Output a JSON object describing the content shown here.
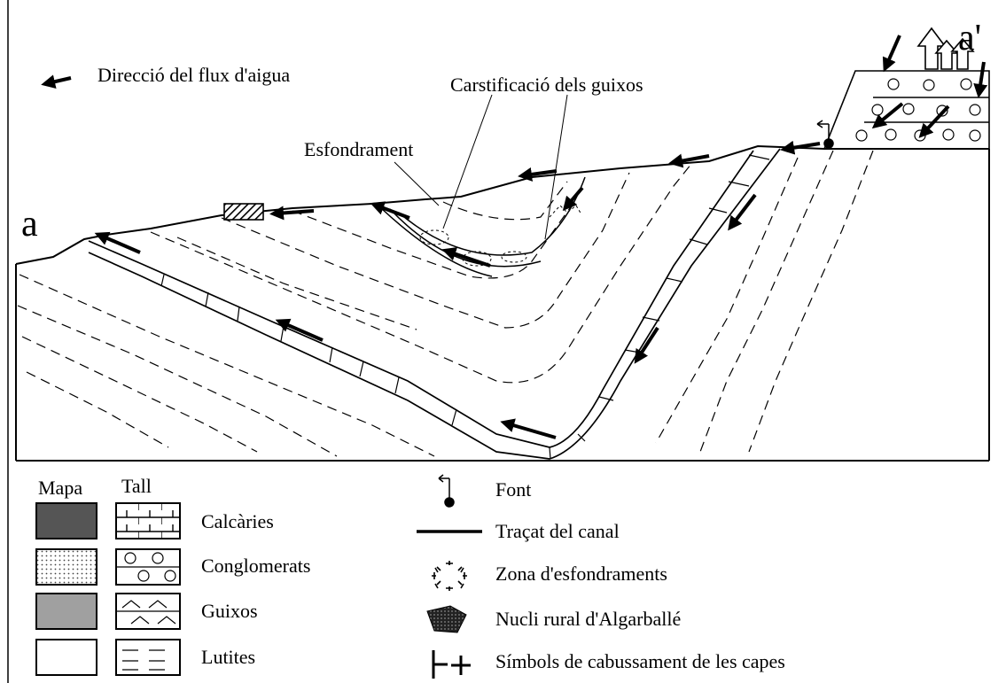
{
  "labels": {
    "flow_direction": "Direcció del flux d'aigua",
    "karstification": "Carstificació dels guixos",
    "collapse": "Esfondrament",
    "section_start": "a",
    "section_end": "a'"
  },
  "legend": {
    "map_header": "Mapa",
    "section_header": "Tall",
    "lithologies": [
      {
        "label": "Calcàries",
        "map_color": "#555555"
      },
      {
        "label": "Conglomerats",
        "map_color": "#dddddd"
      },
      {
        "label": "Guixos",
        "map_color": "#a0a0a0"
      },
      {
        "label": "Lutites",
        "map_color": "#ffffff"
      }
    ],
    "symbols": [
      {
        "icon": "spring-icon",
        "label": "Font"
      },
      {
        "icon": "canal-line-icon",
        "label": "Traçat del canal"
      },
      {
        "icon": "collapse-zone-icon",
        "label": "Zona d'esfondraments"
      },
      {
        "icon": "rural-nucleus-icon",
        "label": "Nucli rural d'Algarballé"
      },
      {
        "icon": "dip-symbol-icon",
        "label": "Símbols de cabussament de les capes"
      }
    ]
  }
}
